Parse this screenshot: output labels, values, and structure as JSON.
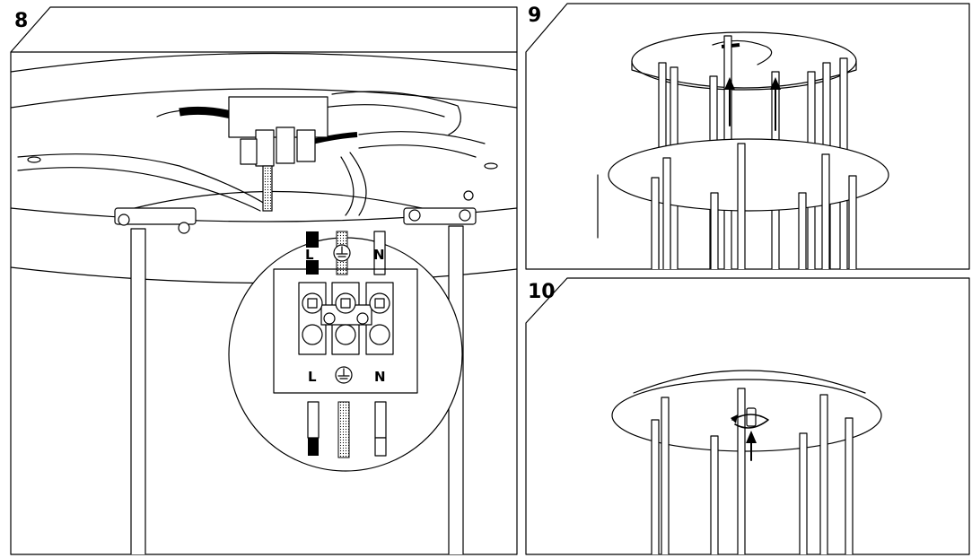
{
  "steps": [
    {
      "number": "8"
    },
    {
      "number": "9"
    },
    {
      "number": "10"
    }
  ],
  "terminal_labels_top": [
    "L",
    "N"
  ],
  "terminal_labels_bottom": [
    "L",
    "N"
  ],
  "icons": {
    "ground": "earth-ground-icon",
    "arrow": "arrow-up-icon",
    "rotate": "rotate-arrow-icon"
  },
  "colors": {
    "line": "#000000",
    "background": "#ffffff"
  }
}
